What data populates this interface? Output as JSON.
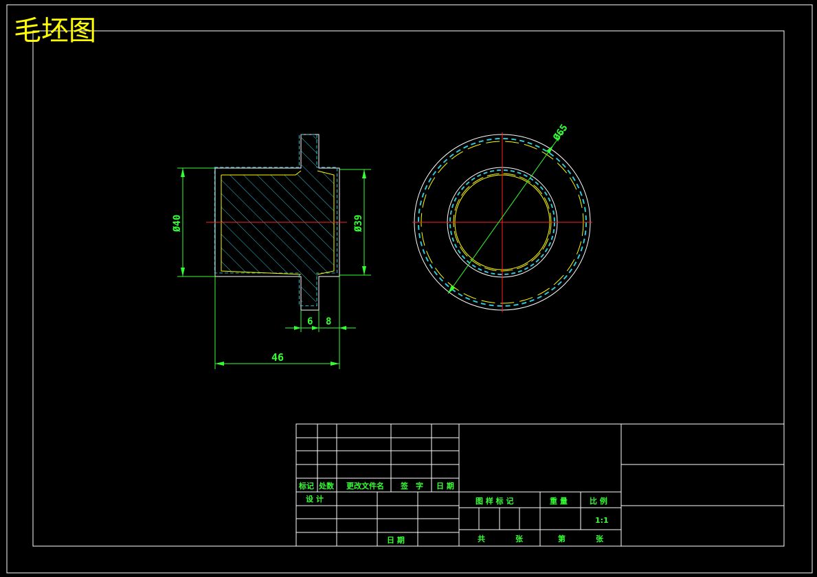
{
  "title": "毛坯图",
  "colors": {
    "background": "#000000",
    "frame": "#ffffff",
    "outline": "#ffffff",
    "dimension": "#33ff33",
    "hatch": "#2ec8d8",
    "centerline": "#ff2222",
    "machining": "#ffff00",
    "title_text": "#ffff00"
  },
  "dimensions": {
    "d40": "Ø40",
    "d39": "Ø39",
    "d65": "Ø65",
    "w6": "6",
    "w8": "8",
    "l46": "46"
  },
  "title_block": {
    "mark": "标记",
    "count": "处数",
    "change_file": "更改文件名",
    "signature": "签　字",
    "date": "日 期",
    "design": "设 计",
    "date2": "日 期",
    "drawing_mark": "图 样 标 记",
    "weight": "重 量",
    "scale_label": "比 例",
    "scale_value": "1:1",
    "total": "共",
    "sheets": "张",
    "sheet_no": "第",
    "sheet": "张"
  }
}
